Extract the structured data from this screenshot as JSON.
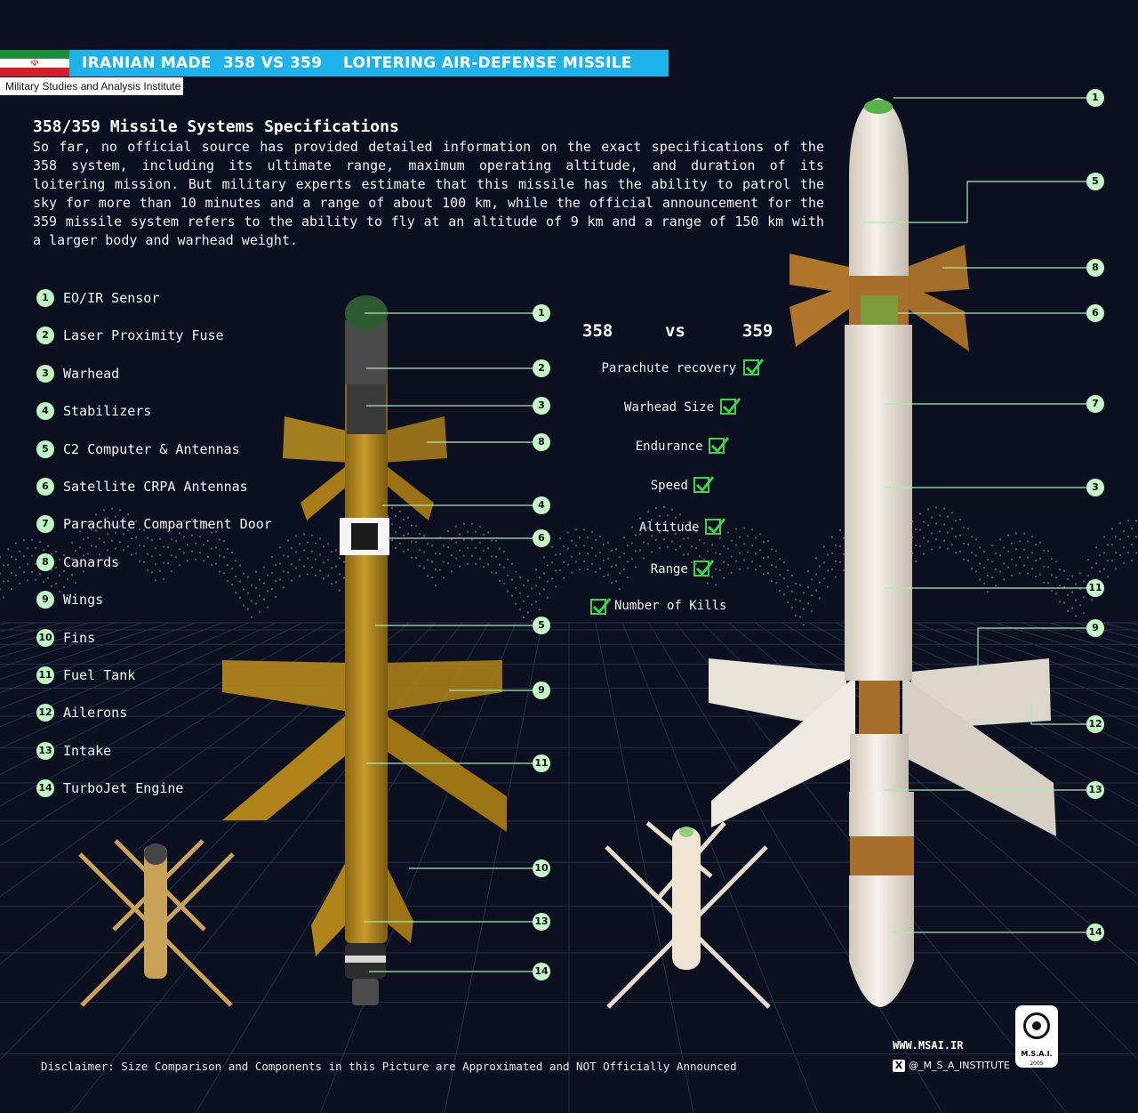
{
  "header": {
    "banner_part1": "IRANIAN MADE",
    "banner_part2": "358  VS  359",
    "banner_part3": "LOITERING  AIR-DEFENSE MISSILE",
    "institute": "Military Studies and Analysis Institute"
  },
  "intro": {
    "title": "358/359 Missile Systems Specifications",
    "body": "So far, no official source has provided detailed information on the exact specifications of the 358 system, including its ultimate range, maximum operating altitude, and duration of its loitering mission. But military experts estimate that this missile has the ability to patrol the sky for more than 10 minutes and a range of about 100 km, while the official announcement for the 359 missile system refers to the ability to fly at an altitude of 9 km and a range of 150 km with a larger body and warhead weight."
  },
  "legend": [
    {
      "num": "1",
      "label": "EO/IR Sensor"
    },
    {
      "num": "2",
      "label": "Laser Proximity Fuse"
    },
    {
      "num": "3",
      "label": "Warhead"
    },
    {
      "num": "4",
      "label": "Stabilizers"
    },
    {
      "num": "5",
      "label": "C2 Computer & Antennas"
    },
    {
      "num": "6",
      "label": "Satellite CRPA Antennas"
    },
    {
      "num": "7",
      "label": "Parachute Compartment Door"
    },
    {
      "num": "8",
      "label": "Canards"
    },
    {
      "num": "9",
      "label": "Wings"
    },
    {
      "num": "10",
      "label": "Fins"
    },
    {
      "num": "11",
      "label": "Fuel Tank"
    },
    {
      "num": "12",
      "label": "Ailerons"
    },
    {
      "num": "13",
      "label": "Intake"
    },
    {
      "num": "14",
      "label": "TurboJet Engine"
    }
  ],
  "comparison": {
    "left": "358",
    "vs": "vs",
    "right": "359",
    "rows": [
      {
        "label": "Parachute recovery",
        "winner": "359"
      },
      {
        "label": "Warhead Size",
        "winner": "359"
      },
      {
        "label": "Endurance",
        "winner": "359"
      },
      {
        "label": "Speed",
        "winner": "359"
      },
      {
        "label": "Altitude",
        "winner": "359"
      },
      {
        "label": "Range",
        "winner": "359"
      },
      {
        "label": "Number of Kills",
        "winner": "358"
      }
    ]
  },
  "callouts_358": [
    "1",
    "2",
    "3",
    "8",
    "4",
    "6",
    "5",
    "9",
    "11",
    "10",
    "13",
    "14"
  ],
  "callouts_359": [
    "1",
    "5",
    "8",
    "6",
    "7",
    "3",
    "11",
    "9",
    "12",
    "13",
    "14"
  ],
  "footer": {
    "disclaimer": "Disclaimer: Size Comparison and Components in this Picture are Approximated and NOT Officially Announced",
    "website": "WWW.MSAI.IR",
    "x_icon_text": "X",
    "handle": "@_M_S_A_INSTITUTE",
    "logo_text": "M.S.A.I.",
    "logo_year": "2005"
  },
  "colors": {
    "background": "#0c1020",
    "banner": "#1fb2e8",
    "missile_358": "#b8891d",
    "missile_359": "#ede8df",
    "callout": "#c6f7c9",
    "check": "#3fd34a"
  }
}
